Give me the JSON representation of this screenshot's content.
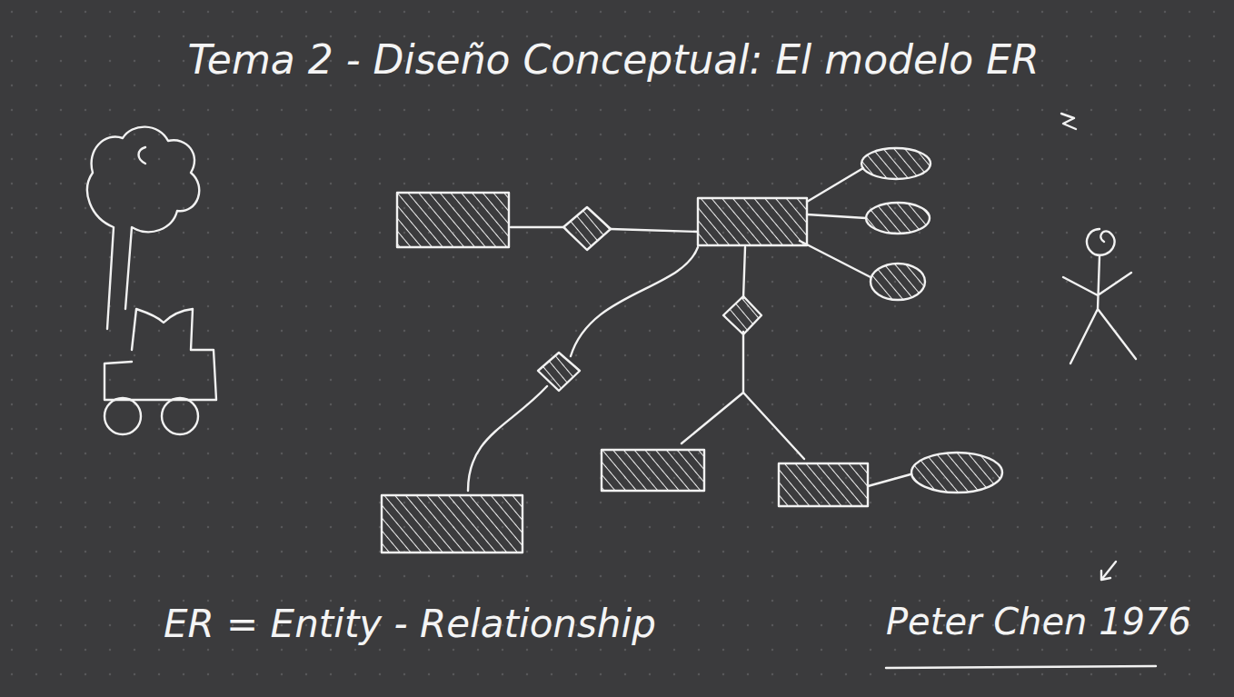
{
  "diagram": {
    "title": "Tema 2 - Diseño Conceptual: El modelo ER",
    "labels": [
      "ER = Entity - Relationship",
      "Peter Chen 1976"
    ]
  }
}
